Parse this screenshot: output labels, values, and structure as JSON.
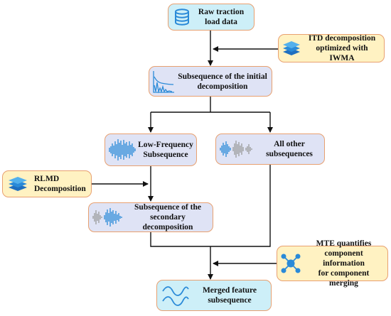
{
  "nodes": {
    "raw": {
      "line1": "Raw traction",
      "line2": "load data",
      "icon": "database-icon"
    },
    "itd": {
      "line1": "ITD decomposition",
      "line2": "optimized with IWMA",
      "icon": "layers-icon"
    },
    "initial": {
      "line1": "Subsequence of the initial",
      "line2": "decomposition",
      "icon": "spectrum-icon"
    },
    "low": {
      "line1": "Low-Frequency",
      "line2": "Subsequence",
      "icon": "waveform-icon"
    },
    "other": {
      "line1": "All other",
      "line2": "subsequences",
      "icon": "waveform-icon"
    },
    "rlmd": {
      "line1": "RLMD",
      "line2": "Decomposition",
      "icon": "layers-icon"
    },
    "secondary": {
      "line1": "Subsequence of the",
      "line2": "secondary decomposition",
      "icon": "waveform-icon"
    },
    "mte": {
      "line1": "MTE quantifies",
      "line2": "component information",
      "line3": "for component merging",
      "icon": "network-icon"
    },
    "merged": {
      "line1": "Merged feature",
      "line2": "subsequence",
      "icon": "sine-wave-icon"
    }
  },
  "colors": {
    "border": "#e8a070",
    "cyan": "#cdeff8",
    "lavender": "#dfe3f5",
    "yellow": "#fff2c2",
    "icon_blue": "#2a8ad8",
    "wire": "#111111"
  }
}
